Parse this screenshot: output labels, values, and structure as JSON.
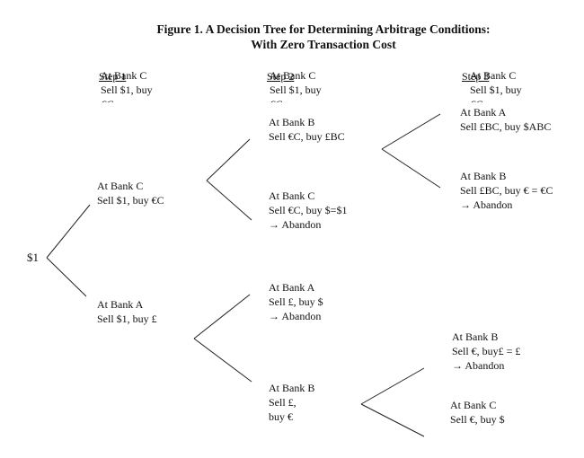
{
  "title": {
    "line1": "Figure 1.  A Decision Tree for Determining Arbitrage Conditions:",
    "line2": "With Zero Transaction Cost"
  },
  "steps": {
    "step1": "Step 1",
    "step2": "Step 2",
    "step3": "Step 3"
  },
  "ghost_headers": {
    "col1": {
      "bank": "At Bank C",
      "sell": "Sell $1, buy",
      "tail": "€C"
    },
    "col2": {
      "bank": "At Bank C",
      "sell": "Sell $1, buy",
      "tail": "€C"
    },
    "col3": {
      "bank": "At Bank C",
      "sell": "Sell $1, buy",
      "tail": "€C"
    }
  },
  "root": "$1",
  "level1": {
    "upper": {
      "bank": "At Bank C",
      "action": "Sell $1, buy €C"
    },
    "lower": {
      "bank": "At Bank A",
      "action": "Sell $1, buy £"
    }
  },
  "level2": {
    "a": {
      "bank": "At Bank B",
      "action": "Sell €C, buy £BC"
    },
    "b": {
      "bank": "At Bank C",
      "action": "Sell €C, buy $=$1",
      "result": "Abandon"
    },
    "c": {
      "bank": "At Bank A",
      "action": "Sell £, buy $",
      "result": "Abandon"
    },
    "d": {
      "bank": "At Bank B",
      "action1": "Sell £,",
      "action2": "buy €"
    }
  },
  "level3": {
    "a": {
      "bank": "At Bank A",
      "action": "Sell £BC, buy $ABC"
    },
    "b": {
      "bank": "At Bank B",
      "action": "Sell £BC, buy € = €C",
      "result": "Abandon"
    },
    "c": {
      "bank": "At Bank B",
      "action": "Sell €, buy£ = £",
      "result": "Abandon"
    },
    "d": {
      "bank": "At Bank C",
      "action": "Sell €, buy $"
    }
  }
}
